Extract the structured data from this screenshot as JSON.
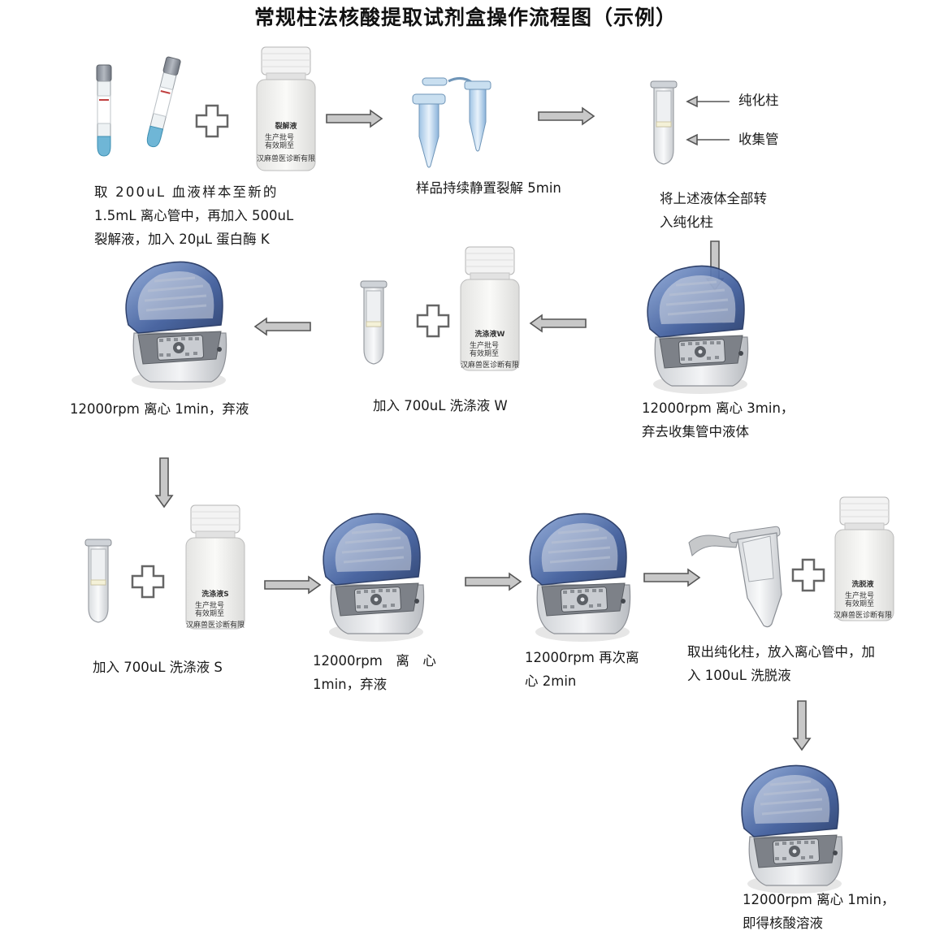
{
  "title": "常规柱法核酸提取试剂盒操作流程图（示例）",
  "steps": {
    "s1": {
      "line1": "取 200uL 血液样本至新的",
      "line2": "1.5mL 离心管中，再加入 500uL",
      "line3": "裂解液，加入 20μL 蛋白酶 K"
    },
    "s2": {
      "line1": "样品持续静置裂解 5min"
    },
    "s3": {
      "line1": "将上述液体全部转",
      "line2": "入纯化柱"
    },
    "s4": {
      "line1": "12000rpm 离心 3min，",
      "line2": "弃去收集管中液体"
    },
    "s5": {
      "line1": "加入 700uL 洗涤液 W"
    },
    "s6": {
      "line1": "12000rpm 离心 1min，弃液"
    },
    "s7": {
      "line1": "加入 700uL 洗涤液 S"
    },
    "s8": {
      "line1": "12000rpm　离　心",
      "line2": "1min，弃液"
    },
    "s9": {
      "line1": "12000rpm 再次离",
      "line2": "心 2min"
    },
    "s10": {
      "line1": "取出纯化柱，放入离心管中，加",
      "line2": "入 100uL 洗脱液"
    },
    "s11": {
      "line1": "12000rpm 离心 1min，",
      "line2": "即得核酸溶液"
    }
  },
  "labels": {
    "column": "纯化柱",
    "collection_tube": "收集管"
  },
  "bottles": {
    "lysis": {
      "name": "裂解液",
      "lines": [
        "生产批号",
        "有效期至"
      ],
      "footer": "汉麻兽医诊断有限"
    },
    "wash_w": {
      "name": "洗涤液W",
      "lines": [
        "生产批号",
        "有效期至"
      ],
      "footer": "汉麻兽医诊断有限"
    },
    "wash_s": {
      "name": "洗涤液S",
      "lines": [
        "生产批号",
        "有效期至"
      ],
      "footer": "汉麻兽医诊断有限"
    },
    "elution": {
      "name": "洗脱液",
      "lines": [
        "生产批号",
        "有效期至"
      ],
      "footer": "汉麻兽医诊断有限"
    }
  },
  "colors": {
    "tube_blue": "#6fb6d6",
    "cap_grey": "#8a8f99",
    "centrifuge_lid": "#3c5a9a",
    "arrow_fill": "#c8c8c8"
  }
}
